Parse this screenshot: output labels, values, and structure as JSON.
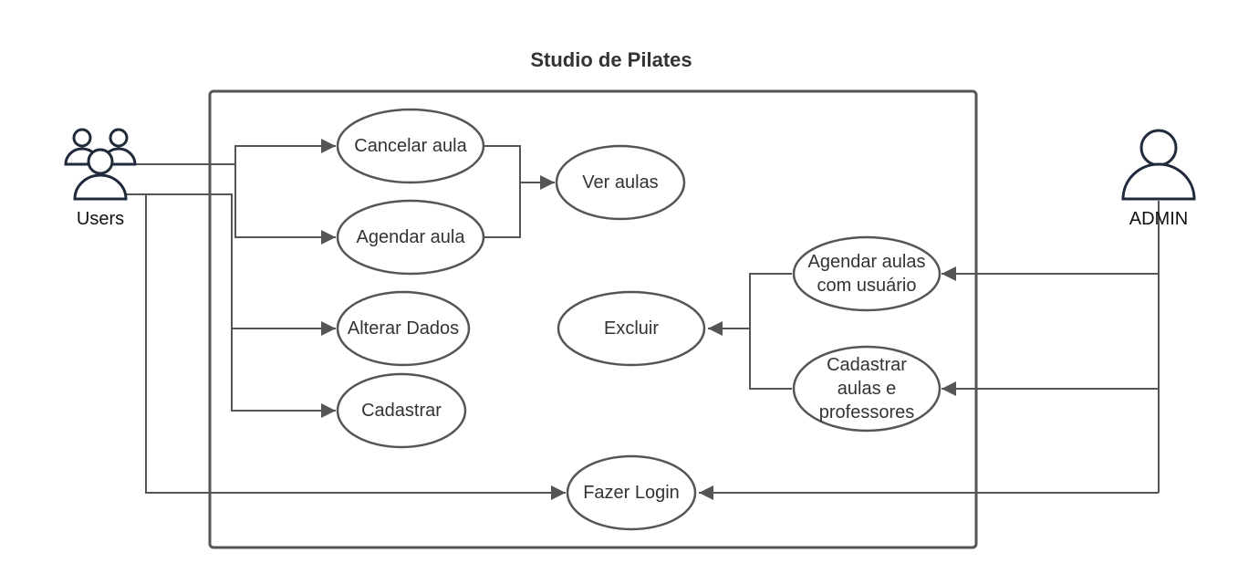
{
  "title": "Studio de Pilates",
  "actors": {
    "users": {
      "label": "Users",
      "icon": "users-group-icon"
    },
    "admin": {
      "label": "ADMIN",
      "icon": "user-icon"
    }
  },
  "use_cases": {
    "cancelar": [
      "Cancelar aula"
    ],
    "agendar": [
      "Agendar aula"
    ],
    "ver": [
      "Ver aulas"
    ],
    "alterar": [
      "Alterar Dados"
    ],
    "cadastrar": [
      "Cadastrar"
    ],
    "excluir": [
      "Excluir"
    ],
    "agendar_usuario": [
      "Agendar aulas",
      "com usuário"
    ],
    "cadastrar_aulas": [
      "Cadastrar",
      "aulas e",
      "professores"
    ],
    "login": [
      "Fazer Login"
    ]
  },
  "colors": {
    "stroke": "#555555",
    "actor": "#1f2a3a",
    "text": "#333333"
  }
}
